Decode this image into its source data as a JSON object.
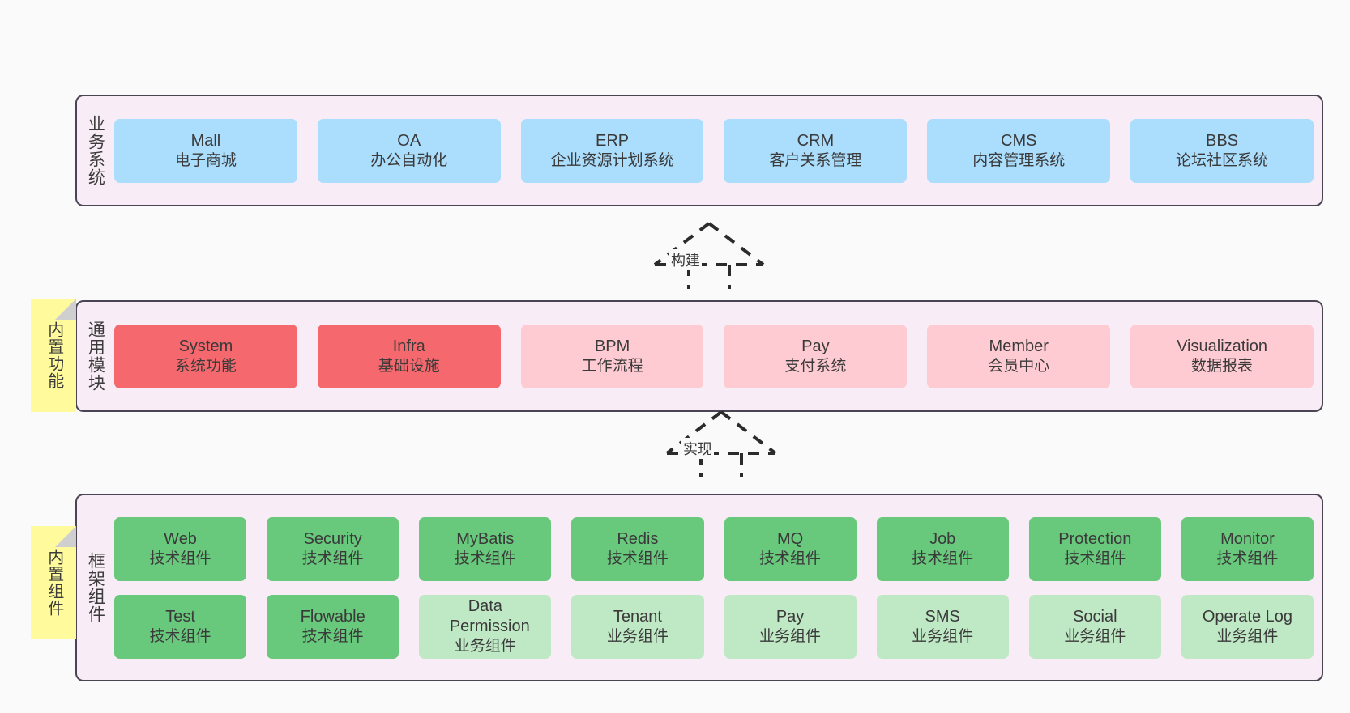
{
  "diagram": {
    "background": "#FAFAFA",
    "panel_bg": "#F8EDF6",
    "panel_border": "#4A4453",
    "colors": {
      "blue": "#ABDDFD",
      "red": "#F5696E",
      "pink": "#FFCBD2",
      "green": "#68C97C",
      "light_green": "#BFE8C5",
      "note_yellow": "#FFFB9C",
      "note_fold": "#CFCFCF"
    }
  },
  "layers": [
    {
      "id": "business-systems",
      "label": "业务系统",
      "note": null,
      "rows": [
        [
          {
            "title": "Mall",
            "subtitle": "电子商城",
            "color": "blue"
          },
          {
            "title": "OA",
            "subtitle": "办公自动化",
            "color": "blue"
          },
          {
            "title": "ERP",
            "subtitle": "企业资源计划系统",
            "color": "blue"
          },
          {
            "title": "CRM",
            "subtitle": "客户关系管理",
            "color": "blue"
          },
          {
            "title": "CMS",
            "subtitle": "内容管理系统",
            "color": "blue"
          },
          {
            "title": "BBS",
            "subtitle": "论坛社区系统",
            "color": "blue"
          }
        ]
      ]
    },
    {
      "id": "common-modules",
      "label": "通用模块",
      "note": "内置功能",
      "rows": [
        [
          {
            "title": "System",
            "subtitle": "系统功能",
            "color": "red"
          },
          {
            "title": "Infra",
            "subtitle": "基础设施",
            "color": "red"
          },
          {
            "title": "BPM",
            "subtitle": "工作流程",
            "color": "pink"
          },
          {
            "title": "Pay",
            "subtitle": "支付系统",
            "color": "pink"
          },
          {
            "title": "Member",
            "subtitle": "会员中心",
            "color": "pink"
          },
          {
            "title": "Visualization",
            "subtitle": "数据报表",
            "color": "pink"
          }
        ]
      ]
    },
    {
      "id": "framework-components",
      "label": "框架组件",
      "note": "内置组件",
      "rows": [
        [
          {
            "title": "Web",
            "subtitle": "技术组件",
            "color": "green"
          },
          {
            "title": "Security",
            "subtitle": "技术组件",
            "color": "green"
          },
          {
            "title": "MyBatis",
            "subtitle": "技术组件",
            "color": "green"
          },
          {
            "title": "Redis",
            "subtitle": "技术组件",
            "color": "green"
          },
          {
            "title": "MQ",
            "subtitle": "技术组件",
            "color": "green"
          },
          {
            "title": "Job",
            "subtitle": "技术组件",
            "color": "green"
          },
          {
            "title": "Protection",
            "subtitle": "技术组件",
            "color": "green"
          },
          {
            "title": "Monitor",
            "subtitle": "技术组件",
            "color": "green"
          }
        ],
        [
          {
            "title": "Test",
            "subtitle": "技术组件",
            "color": "green"
          },
          {
            "title": "Flowable",
            "subtitle": "技术组件",
            "color": "green"
          },
          {
            "title": "Data Permission",
            "subtitle": "业务组件",
            "color": "light_green"
          },
          {
            "title": "Tenant",
            "subtitle": "业务组件",
            "color": "light_green"
          },
          {
            "title": "Pay",
            "subtitle": "业务组件",
            "color": "light_green"
          },
          {
            "title": "SMS",
            "subtitle": "业务组件",
            "color": "light_green"
          },
          {
            "title": "Social",
            "subtitle": "业务组件",
            "color": "light_green"
          },
          {
            "title": "Operate Log",
            "subtitle": "业务组件",
            "color": "light_green"
          }
        ]
      ]
    }
  ],
  "connectors": [
    {
      "id": "build",
      "label": "构建",
      "style": "dashed-hollow-triangle"
    },
    {
      "id": "implement",
      "label": "实现",
      "style": "dashed-hollow-triangle"
    }
  ]
}
